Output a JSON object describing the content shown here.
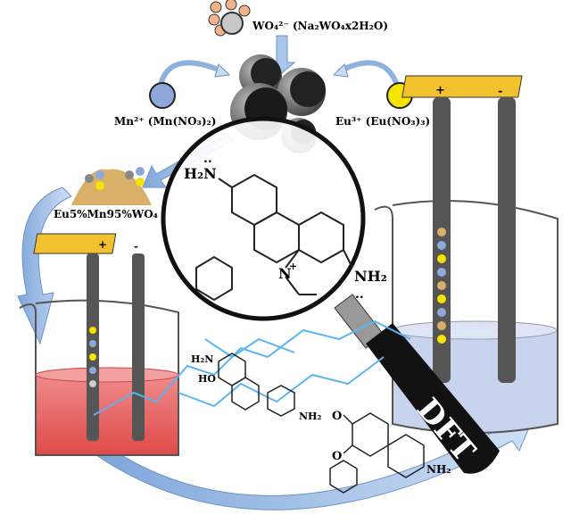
{
  "labels": {
    "tungstate": "WO₄²⁻ (Na₂WO₄x2H₂O)",
    "manganese": "Mn²⁺ (Mn(NO₃)₂)",
    "europium": "Eu³⁺ (Eu(NO₃)₃)",
    "product": "Eu5%Mn95%WO₄",
    "dft": "DFT",
    "plus": "+",
    "minus": "-"
  },
  "molecules": {
    "main_amine_left": "H₂N",
    "main_amine_right": "NH₂",
    "main_n_plus": "N",
    "charge": "+",
    "lone_pair": "..",
    "deg1_amine": "H₂N",
    "deg1_hydroxyl": "HO",
    "deg1_amine_right": "NH₂",
    "deg2_oxygen": "O",
    "deg2_amine": "NH₂"
  },
  "colors": {
    "mn": "#8fa8dc",
    "eu": "#f5e400",
    "electrode_plate": "#f2c12e",
    "red_solution": "#e85a5a",
    "blue_solution": "#c8d4ee",
    "arrow": "#9bbde6",
    "lightning": "#5ab4f0"
  }
}
